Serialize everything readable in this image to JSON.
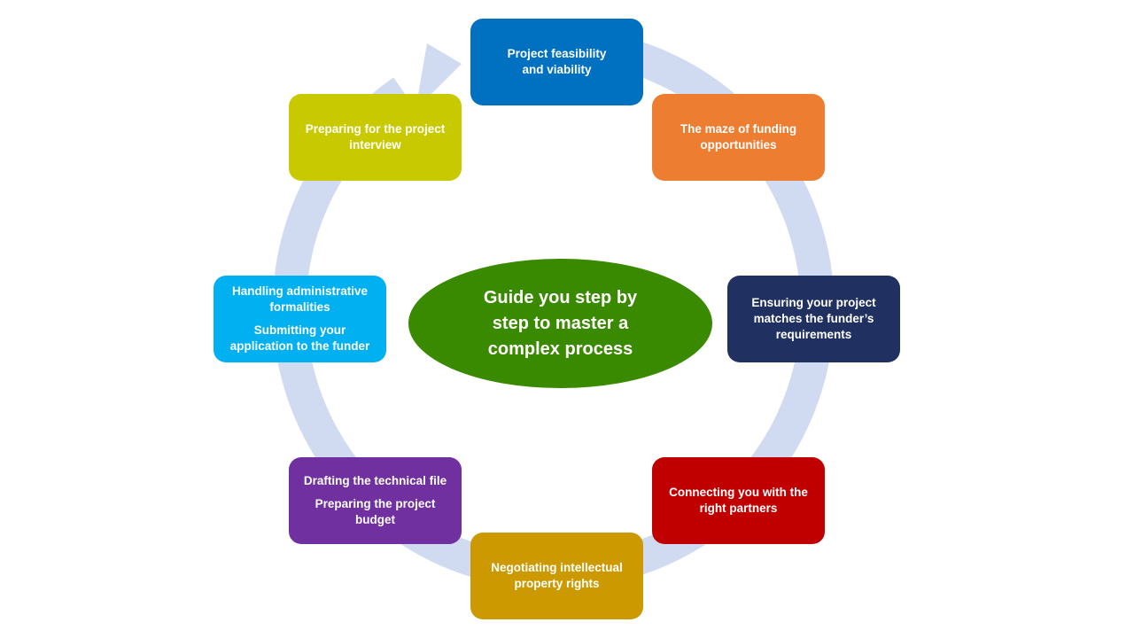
{
  "colors": {
    "ring": "#d0dbf2",
    "center": "#3a8a00",
    "feasibility": "#0070c0",
    "maze": "#ed7d31",
    "requirements": "#203060",
    "partners": "#c00000",
    "ip": "#cc9a00",
    "technical": "#7030a0",
    "admin": "#00b0f0",
    "interview": "#c9c900"
  },
  "center": {
    "line1": "Guide you step by",
    "line2": "step to master a",
    "line3": "complex process"
  },
  "steps": {
    "feasibility": {
      "line1": "Project feasibility",
      "line2": "and  viability"
    },
    "maze": {
      "line1": "The maze of funding",
      "line2": "opportunities"
    },
    "requirements": {
      "line1": "Ensuring your project",
      "line2": "matches the funder’s",
      "line3": "requirements"
    },
    "partners": {
      "line1": "Connecting you with the",
      "line2": "right partners"
    },
    "ip": {
      "line1": "Negotiating intellectual",
      "line2": "property rights"
    },
    "technical": {
      "line1": "Drafting the technical file",
      "line2": "Preparing the project",
      "line3": "budget"
    },
    "admin": {
      "line1": "Handling administrative",
      "line2": "formalities",
      "line3": "Submitting your",
      "line4": "application to the funder"
    },
    "interview": {
      "line1": "Preparing for the project",
      "line2": "interview"
    }
  }
}
